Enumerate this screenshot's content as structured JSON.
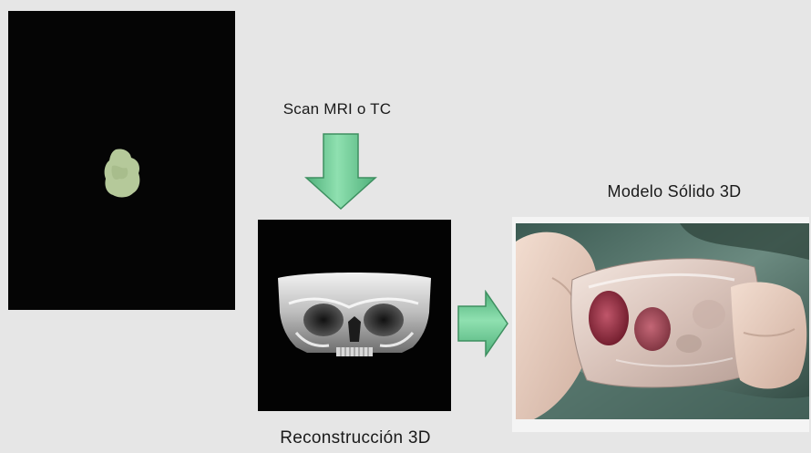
{
  "steps": {
    "scan": {
      "label": "Scan MRI o TC"
    },
    "reconstruction": {
      "label": "Reconstrucción 3D"
    },
    "model": {
      "label": "Modelo Sólido 3D"
    }
  },
  "colors": {
    "background": "#e6e6e6",
    "arrow_fill": "#6fcf97",
    "arrow_stroke": "#3e8f60",
    "panel_bg": "#050505",
    "scan_blob": "#b5c99a"
  },
  "icons": {
    "down_arrow": "down-arrow-icon",
    "right_arrow": "right-arrow-icon"
  }
}
